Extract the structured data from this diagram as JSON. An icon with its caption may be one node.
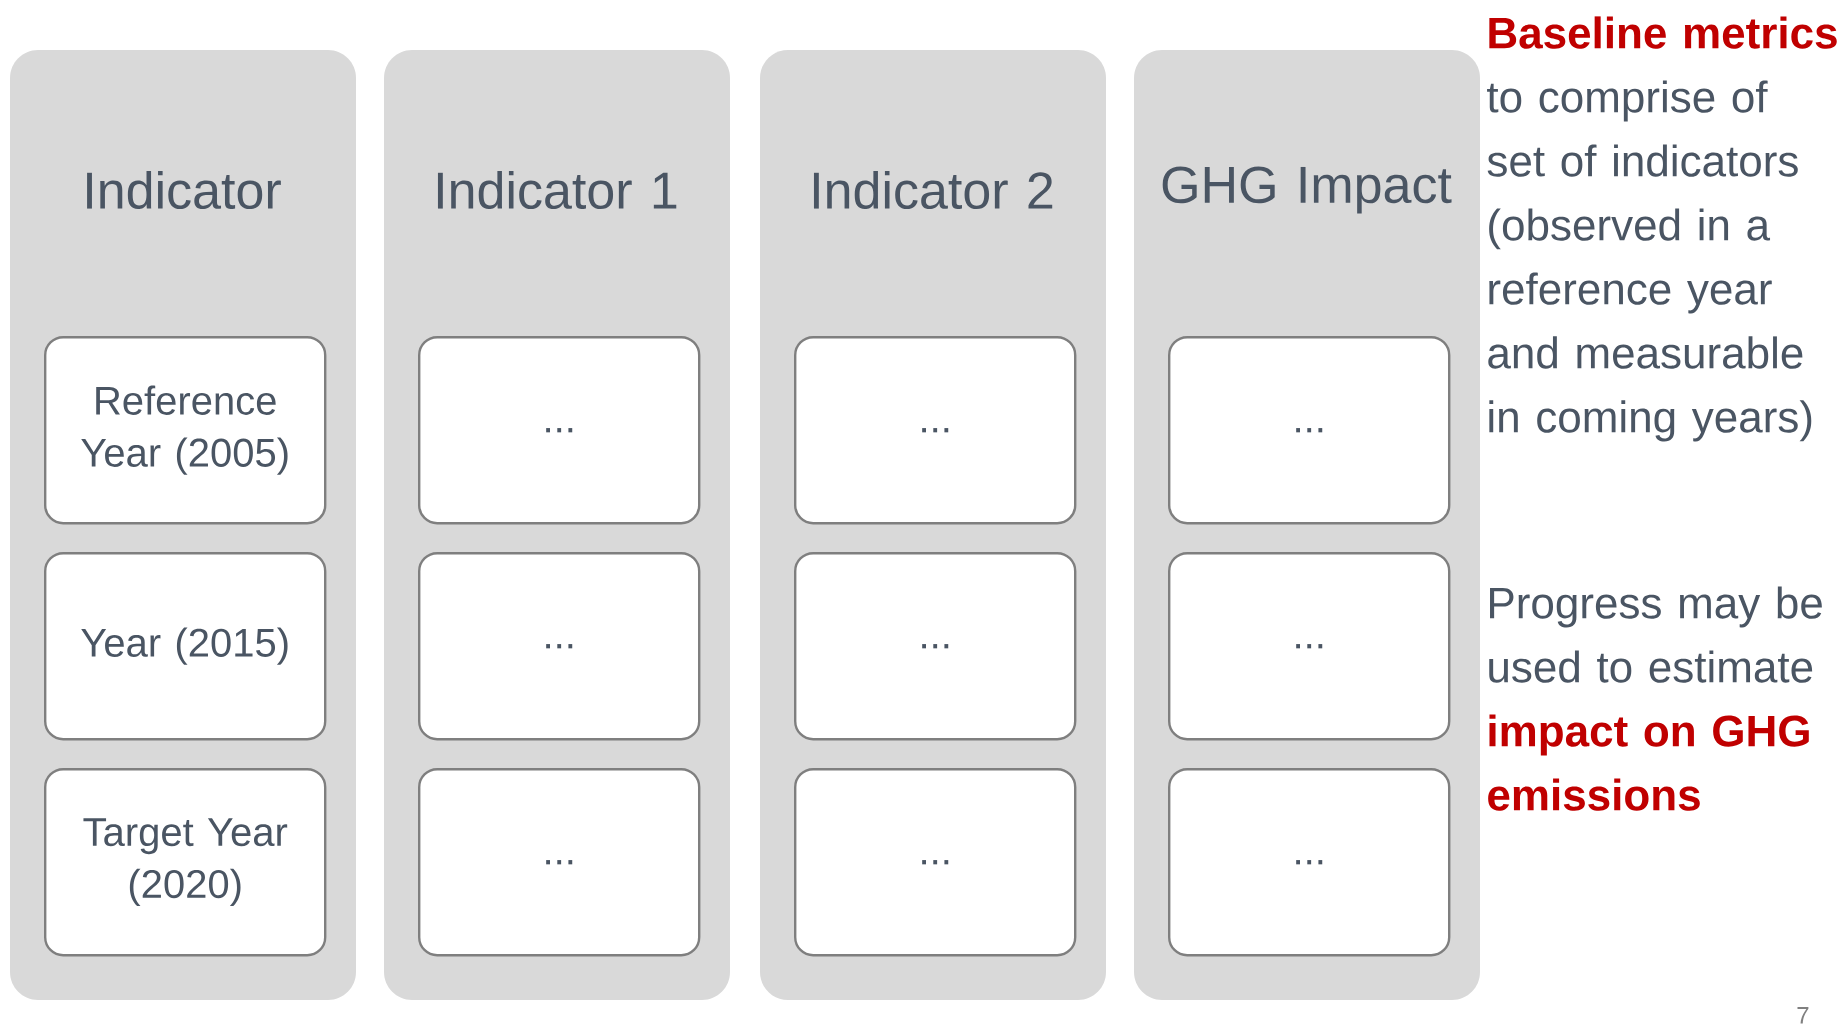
{
  "diagram": {
    "nodes": [
      {
        "text": [
          "Indicator"
        ]
      },
      {
        "text": [
          "Reference Year (2005)"
        ],
        "in": 0
      },
      {
        "text": [
          "Year (2015)"
        ],
        "in": 0
      },
      {
        "text": [
          "Target Year (2020)"
        ],
        "in": 0
      },
      {
        "text": [
          "Indicator 1"
        ]
      },
      {
        "text": [
          "..."
        ],
        "in": 4
      },
      {
        "text": [
          "..."
        ],
        "in": 4
      },
      {
        "text": [
          "..."
        ],
        "in": 4
      },
      {
        "text": [
          "Indicator 2"
        ]
      },
      {
        "text": [
          "..."
        ],
        "in": 8
      },
      {
        "text": [
          "..."
        ],
        "in": 8
      },
      {
        "text": [
          "..."
        ],
        "in": 8
      },
      {
        "text": [
          "GHG Impact"
        ]
      },
      {
        "text": [
          "..."
        ],
        "in": 12
      },
      {
        "text": [
          "..."
        ],
        "in": 12
      },
      {
        "text": [
          "..."
        ],
        "in": 12
      }
    ],
    "labels": [
      "**Baseline metrics** to comprise of set of indicators (observed in a reference year and measurable in coming years)",
      "Progress may be used to estimate **impact on GHG emissions**",
      "7"
    ]
  }
}
